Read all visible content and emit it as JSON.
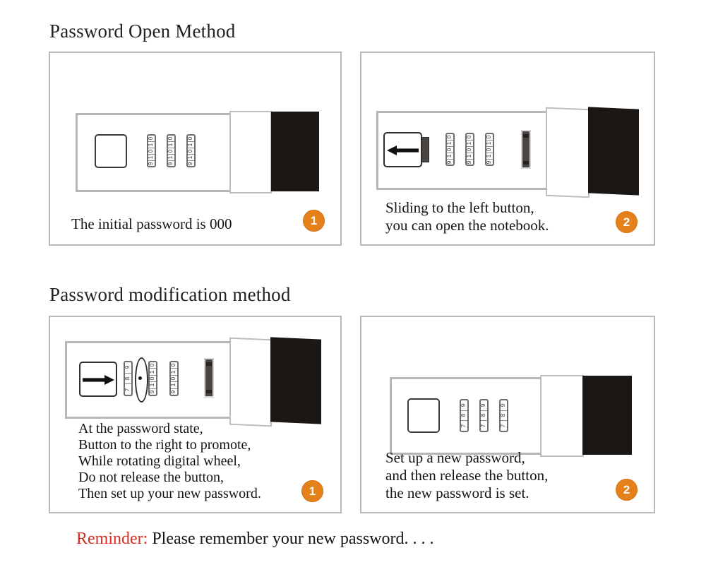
{
  "document": {
    "sections": [
      {
        "id": "open",
        "title": "Password Open Method"
      },
      {
        "id": "modify",
        "title": "Password modification method"
      }
    ],
    "reminder": {
      "label": "Reminder:",
      "text": " Please remember your new password. . . .",
      "label_color": "#d92d20",
      "text_color": "#151515"
    },
    "accent_color": "#e5811b",
    "panel_border_color": "#b9b9b9"
  },
  "panels": [
    {
      "id": "panel-1",
      "section": "open",
      "badge": "1",
      "caption_lines": [
        "The initial password is 000"
      ],
      "illustration": {
        "name": "combination-lock-closed",
        "button_state": "neutral",
        "button_arrow": "none",
        "wheels": [
          {
            "digits": [
              "0",
              "1",
              "0",
              "1",
              "9"
            ]
          },
          {
            "digits": [
              "0",
              "1",
              "0",
              "1",
              "9"
            ]
          },
          {
            "digits": [
              "0",
              "1",
              "0",
              "1",
              "9"
            ]
          }
        ],
        "has_slider": false,
        "has_rotation_indicator": false
      }
    },
    {
      "id": "panel-2",
      "section": "open",
      "badge": "2",
      "caption_lines": [
        "Sliding to the left button,",
        "you can open the notebook."
      ],
      "illustration": {
        "name": "combination-lock-button-left",
        "button_state": "slid-left",
        "button_arrow": "left",
        "wheels": [
          {
            "digits": [
              "0",
              "1",
              "0",
              "1",
              "9"
            ]
          },
          {
            "digits": [
              "0",
              "1",
              "0",
              "1",
              "9"
            ]
          },
          {
            "digits": [
              "0",
              "1",
              "0",
              "1",
              "9"
            ]
          }
        ],
        "has_slider": true,
        "has_rotation_indicator": false
      }
    },
    {
      "id": "panel-3",
      "section": "modify",
      "badge": "1",
      "caption_lines": [
        "At the password state,",
        "Button to the right to promote,",
        "While rotating digital wheel,",
        "Do not release the button,",
        "Then set up your new password."
      ],
      "illustration": {
        "name": "combination-lock-button-right-rotating",
        "button_state": "pushed-right",
        "button_arrow": "right",
        "wheels": [
          {
            "digits": [
              "9",
              "8",
              "7"
            ]
          },
          {
            "digits": [
              "0",
              "1",
              "0",
              "1",
              "9"
            ]
          },
          {
            "digits": [
              "0",
              "1",
              "0",
              "1",
              "9"
            ]
          }
        ],
        "has_slider": true,
        "has_rotation_indicator": true
      }
    },
    {
      "id": "panel-4",
      "section": "modify",
      "badge": "2",
      "caption_lines": [
        "Set up a new password,",
        "and then release the button,",
        "the new password is set."
      ],
      "illustration": {
        "name": "combination-lock-new-password-set",
        "button_state": "neutral",
        "button_arrow": "none",
        "wheels": [
          {
            "digits": [
              "9",
              "8",
              "7"
            ]
          },
          {
            "digits": [
              "9",
              "8",
              "7"
            ]
          },
          {
            "digits": [
              "9",
              "8",
              "7"
            ]
          }
        ],
        "has_slider": false,
        "has_rotation_indicator": false
      }
    }
  ]
}
